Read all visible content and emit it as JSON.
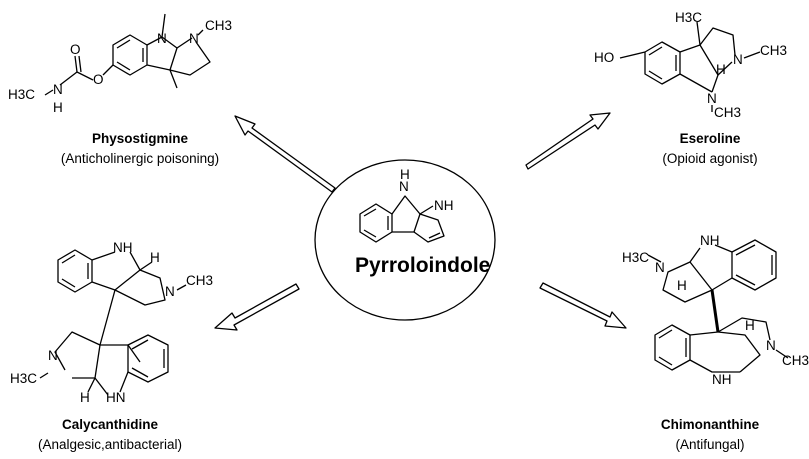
{
  "center": {
    "label": "Pyrroloindole",
    "atom_labels": [
      "N",
      "H",
      "NH"
    ]
  },
  "compounds": [
    {
      "key": "physostigmine",
      "name": "Physostigmine",
      "activity": "(Anticholinergic poisoning)"
    },
    {
      "key": "eseroline",
      "name": "Eseroline",
      "activity": "(Opioid agonist)"
    },
    {
      "key": "calycanthidine",
      "name": "Calycanthidine",
      "activity": "(Analgesic,antibacterial)"
    },
    {
      "key": "chimonanthine",
      "name": "Chimonanthine",
      "activity": "(Antifungal)"
    }
  ],
  "structure_labels": {
    "physostigmine": [
      "N",
      "N",
      "CH3",
      "O",
      "O",
      "H3C",
      "N",
      "H"
    ],
    "eseroline": [
      "H3C",
      "N",
      "CH3",
      "HO",
      "H",
      "N",
      "CH3"
    ],
    "calycanthidine": [
      "NH",
      "H",
      "N",
      "CH3",
      "N",
      "H3C",
      "H",
      "HN"
    ],
    "chimonanthine": [
      "NH",
      "H3C",
      "N",
      "H",
      "H",
      "N",
      "CH3",
      "NH"
    ]
  }
}
